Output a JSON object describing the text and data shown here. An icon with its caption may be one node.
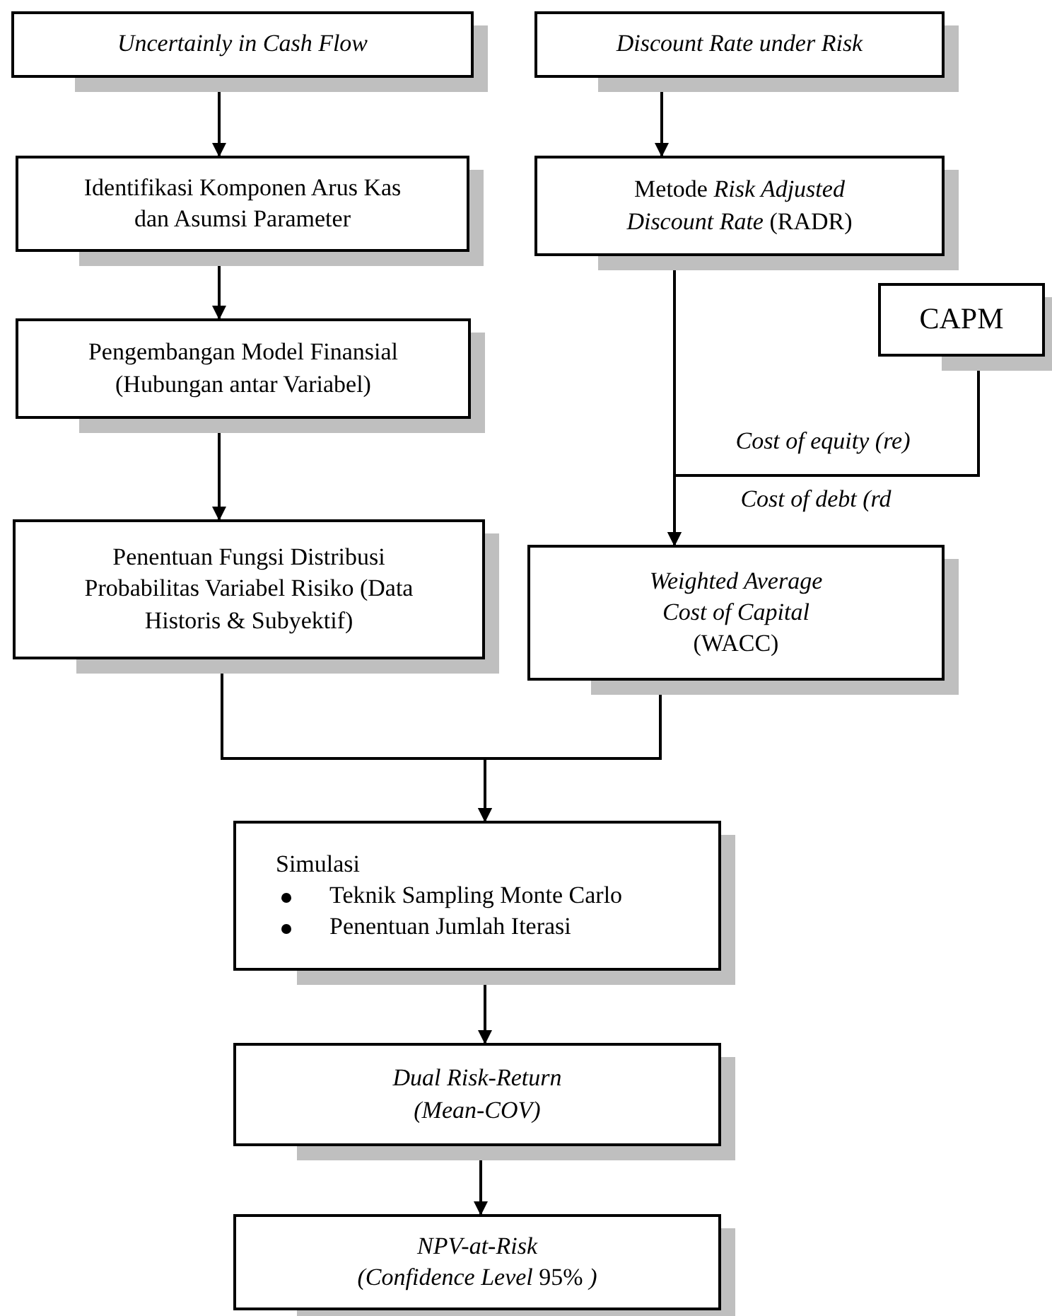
{
  "diagram": {
    "nodes": [
      {
        "text": [
          "Uncertainly in Cash Flow"
        ]
      },
      {
        "text": [
          "Discount Rate under Risk"
        ]
      },
      {
        "text": [
          "Identifikasi Komponen Arus Kas dan Asumsi Parameter"
        ]
      },
      {
        "text": [
          "Metode *Risk Adjusted Discount Rate* (RADR)"
        ]
      },
      {
        "text": [
          "Pengembangan Model Finansial (Hubungan antar Variabel)"
        ]
      },
      {
        "text": [
          "CAPM"
        ]
      },
      {
        "text": [
          "Penentuan Fungsi Distribusi Probabilitas Variabel Risiko (Data Historis & Subyektif)"
        ]
      },
      {
        "text": [
          "*Weighted Average Cost of Capital* (WACC)"
        ]
      },
      {
        "text": [
          "Simulasi",
          "Teknik Sampling Monte Carlo",
          "Penentuan Jumlah Iterasi"
        ]
      },
      {
        "text": [
          "Dual Risk-Return (Mean-COV)"
        ]
      },
      {
        "text": [
          "NPV-at-Risk",
          "*(Confidence Level* 95% *)*"
        ]
      }
    ],
    "edges": [
      {
        "from": 0,
        "to": 2,
        "arrow": "to"
      },
      {
        "from": 1,
        "to": 3,
        "arrow": "to"
      },
      {
        "from": 2,
        "to": 4,
        "arrow": "to"
      },
      {
        "from": 3,
        "to": 7,
        "arrow": "to"
      },
      {
        "from": 5,
        "to": 7,
        "arrow": "to",
        "label": "Cost of equity (re)"
      },
      {
        "from": 4,
        "to": 6,
        "arrow": "to"
      },
      {
        "from": 6,
        "to": 8,
        "arrow": "to"
      },
      {
        "from": 7,
        "to": 8,
        "arrow": "to"
      },
      {
        "from": 8,
        "to": 9,
        "arrow": "to"
      },
      {
        "from": 9,
        "to": 10,
        "arrow": "to"
      }
    ],
    "labels": [
      "Cost of debt (rd"
    ]
  }
}
